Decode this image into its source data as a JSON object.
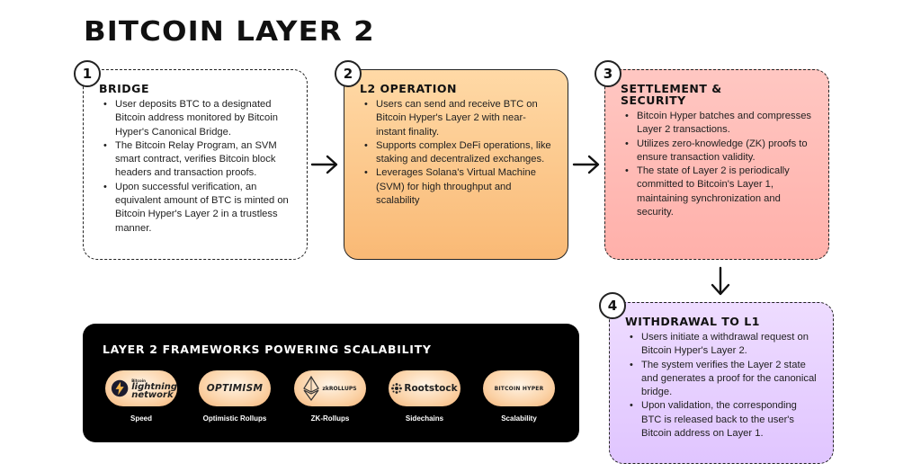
{
  "title": "BITCOIN LAYER 2",
  "steps": [
    {
      "number": "1",
      "heading": "BRIDGE",
      "bullets": [
        "User deposits BTC to a designated Bitcoin address monitored by Bitcoin Hyper's Canonical Bridge.",
        "The Bitcoin Relay Program, an SVM smart contract, verifies Bitcoin block headers and transaction proofs.",
        "Upon successful verification, an equivalent amount of BTC is minted on Bitcoin Hyper's Layer 2 in a trustless manner."
      ]
    },
    {
      "number": "2",
      "heading": "L2 OPERATION",
      "bullets": [
        "Users can send and receive BTC on Bitcoin Hyper's Layer 2 with near-instant finality.",
        "Supports complex DeFi operations, like staking and decentralized exchanges.",
        "Leverages Solana's Virtual Machine (SVM) for high throughput and scalability"
      ]
    },
    {
      "number": "3",
      "heading_line1": "SETTLEMENT &",
      "heading_line2": "SECURITY",
      "bullets": [
        "Bitcoin Hyper batches and compresses Layer 2 transactions.",
        "Utilizes zero-knowledge (ZK) proofs to ensure transaction validity.",
        "The state of Layer 2 is periodically committed to Bitcoin's Layer 1, maintaining synchronization and security."
      ]
    },
    {
      "number": "4",
      "heading": "WITHDRAWAL TO L1",
      "bullets": [
        "Users initiate a withdrawal request on Bitcoin Hyper's Layer 2.",
        "The system verifies the Layer 2 state and generates a proof for the canonical bridge.",
        "Upon validation, the corresponding BTC is released back to the user's Bitcoin address on Layer 1."
      ]
    }
  ],
  "frameworks": {
    "heading": "LAYER 2 FRAMEWORKS POWERING SCALABILITY",
    "items": [
      {
        "logo_text_top": "Bitcoin",
        "logo_text_line1": "lightning",
        "logo_text_line2": "network",
        "caption": "Speed",
        "icon": "lightning-icon"
      },
      {
        "logo_text": "OPTIMISM",
        "caption": "Optimistic Rollups"
      },
      {
        "logo_text": "zkROLLUPS",
        "caption": "ZK-Rollups",
        "icon": "ethereum-icon"
      },
      {
        "logo_text": "Rootstock",
        "caption": "Sidechains",
        "icon": "rootstock-icon"
      },
      {
        "logo_text": "BITCOIN HYPER",
        "caption": "Scalability"
      }
    ]
  },
  "arrow_icon": "arrow-right-icon",
  "arrow_down_icon": "arrow-down-icon"
}
